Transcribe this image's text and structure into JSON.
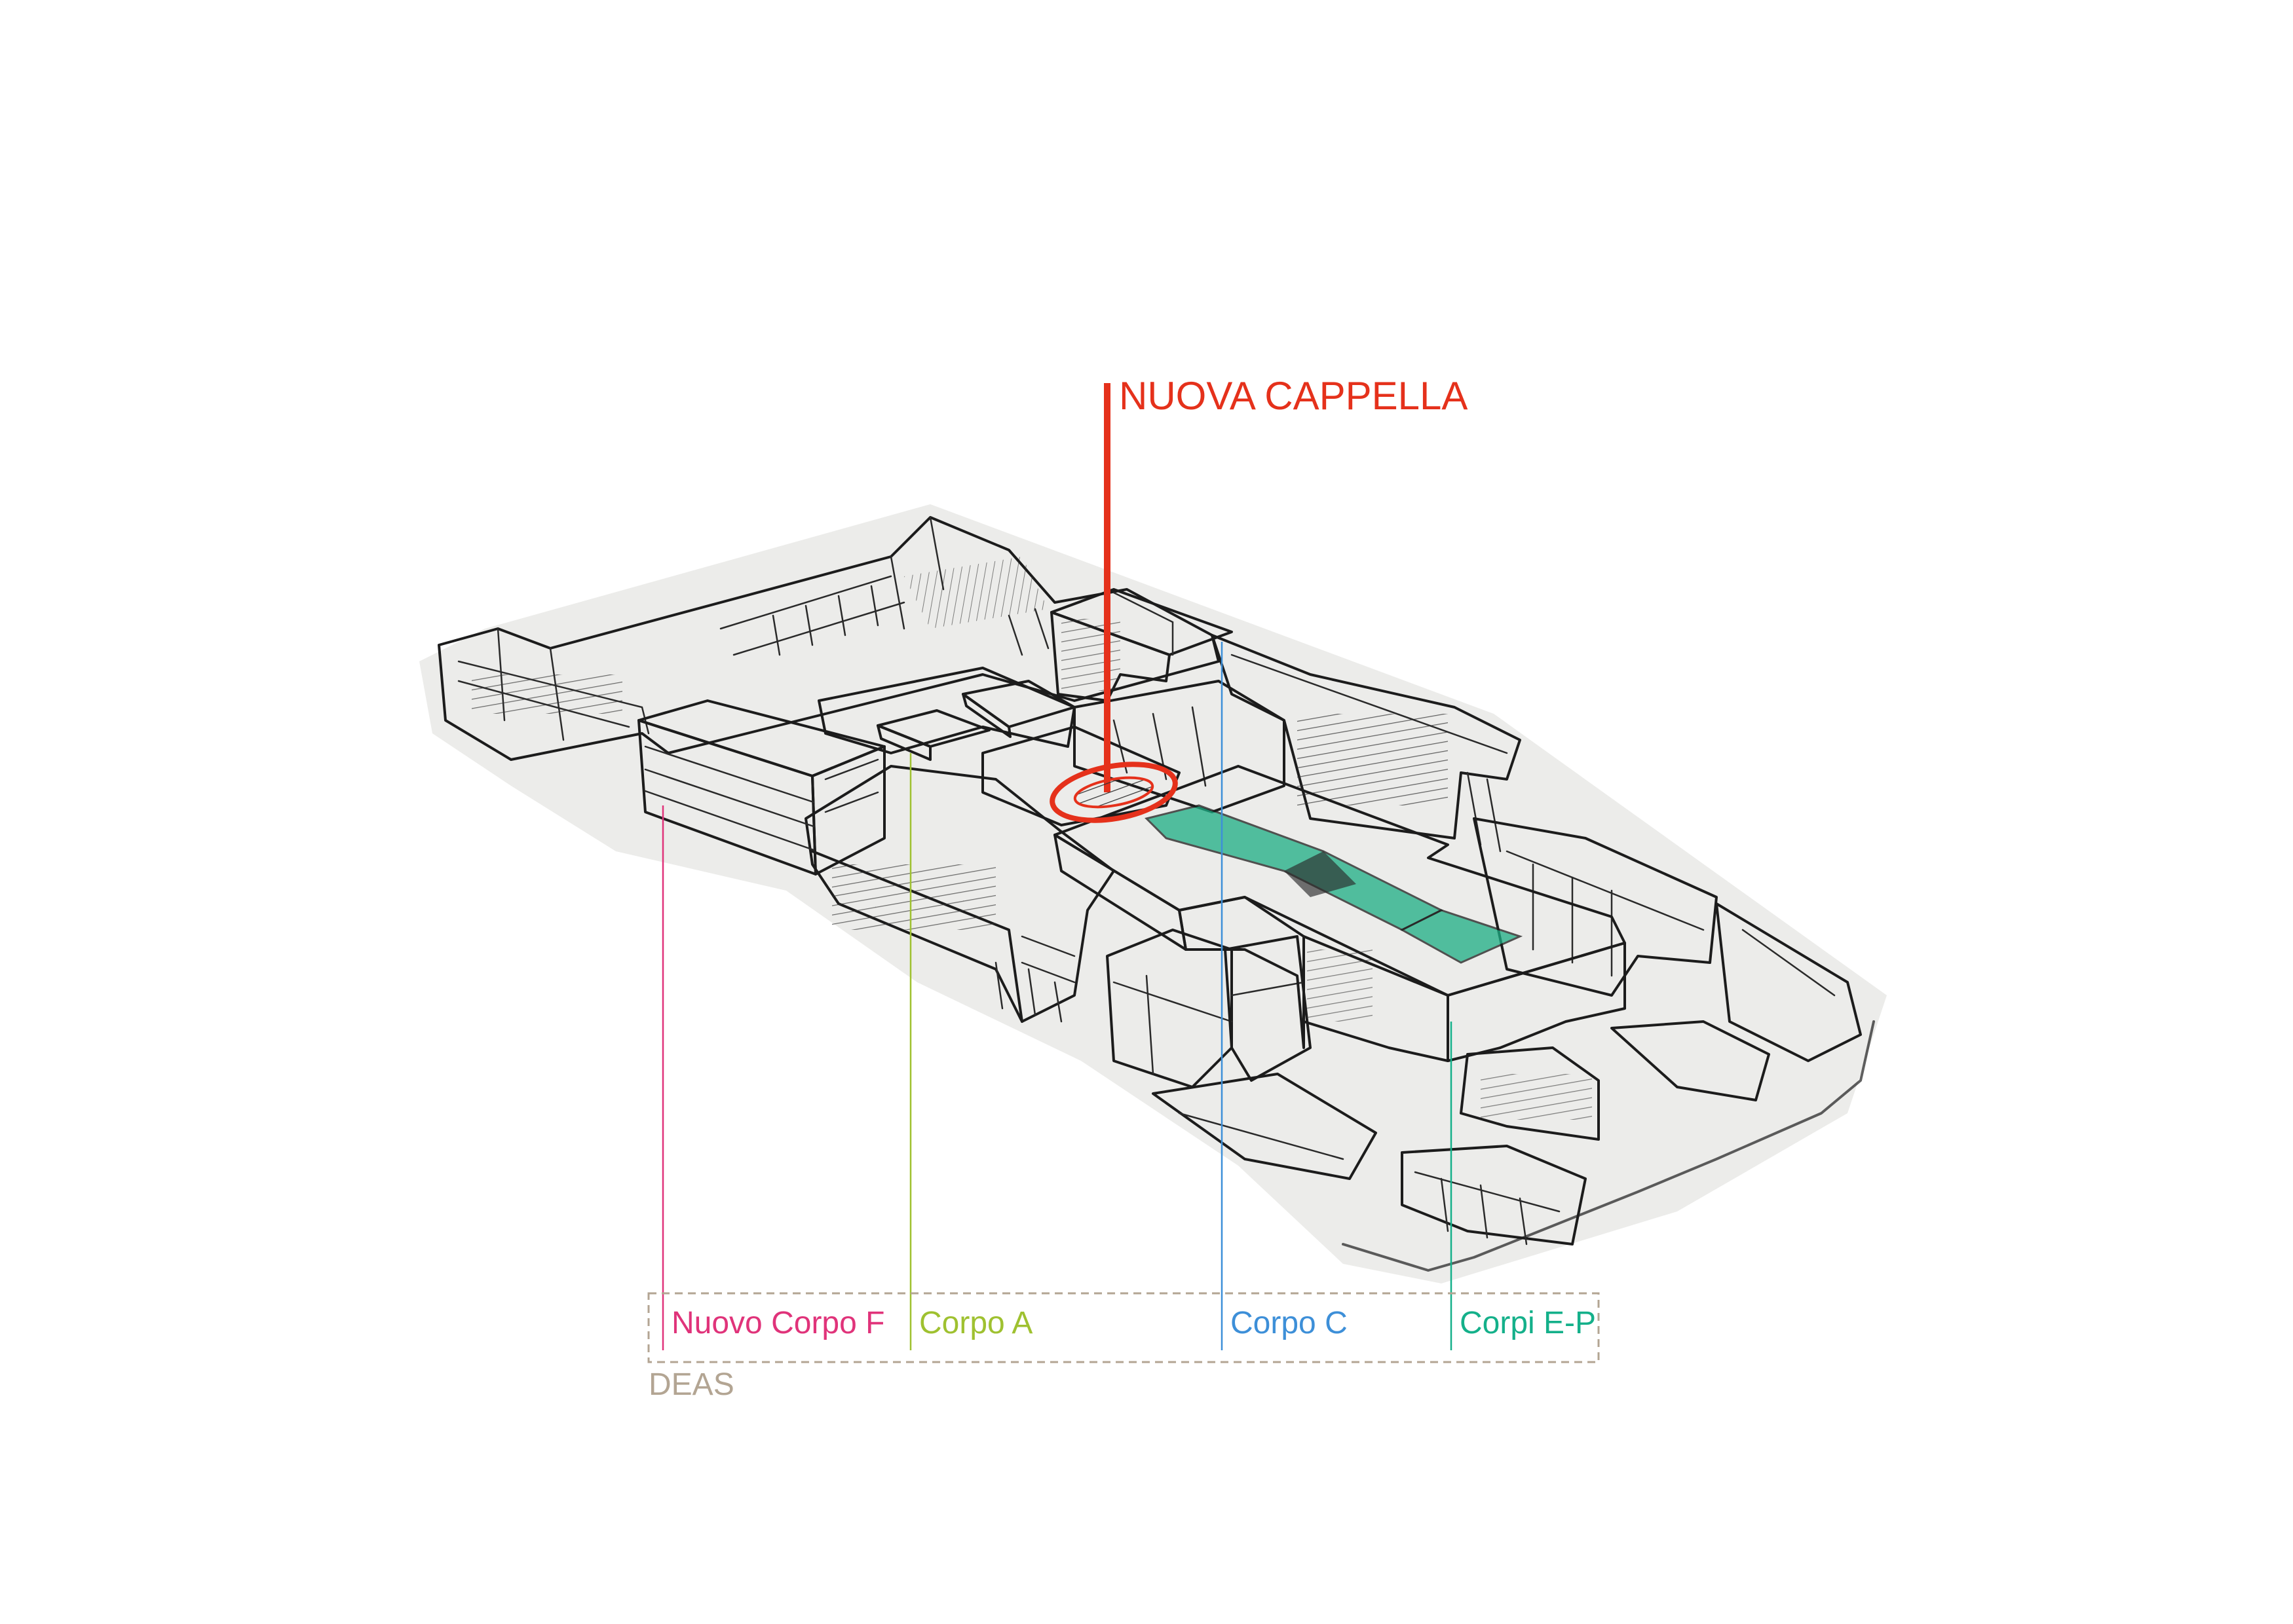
{
  "title": {
    "text": "NUOVA CAPPELLA",
    "color": "#e5311b"
  },
  "group": {
    "label": "DEAS",
    "color": "#b3a593"
  },
  "buildings": [
    {
      "id": "corpo-f",
      "label": "Nuovo Corpo F",
      "color": "#e0337a",
      "fill": "#f26a98"
    },
    {
      "id": "corpo-a",
      "label": "Corpo A",
      "color": "#9fc130",
      "fill": "#b4d94a"
    },
    {
      "id": "corpo-c",
      "label": "Corpo C",
      "color": "#3d8fd8",
      "fill": "#3f8fde"
    },
    {
      "id": "corpi-ep",
      "label": "Corpi E-P",
      "color": "#14b08a",
      "fill": "#2ee3b1"
    }
  ]
}
